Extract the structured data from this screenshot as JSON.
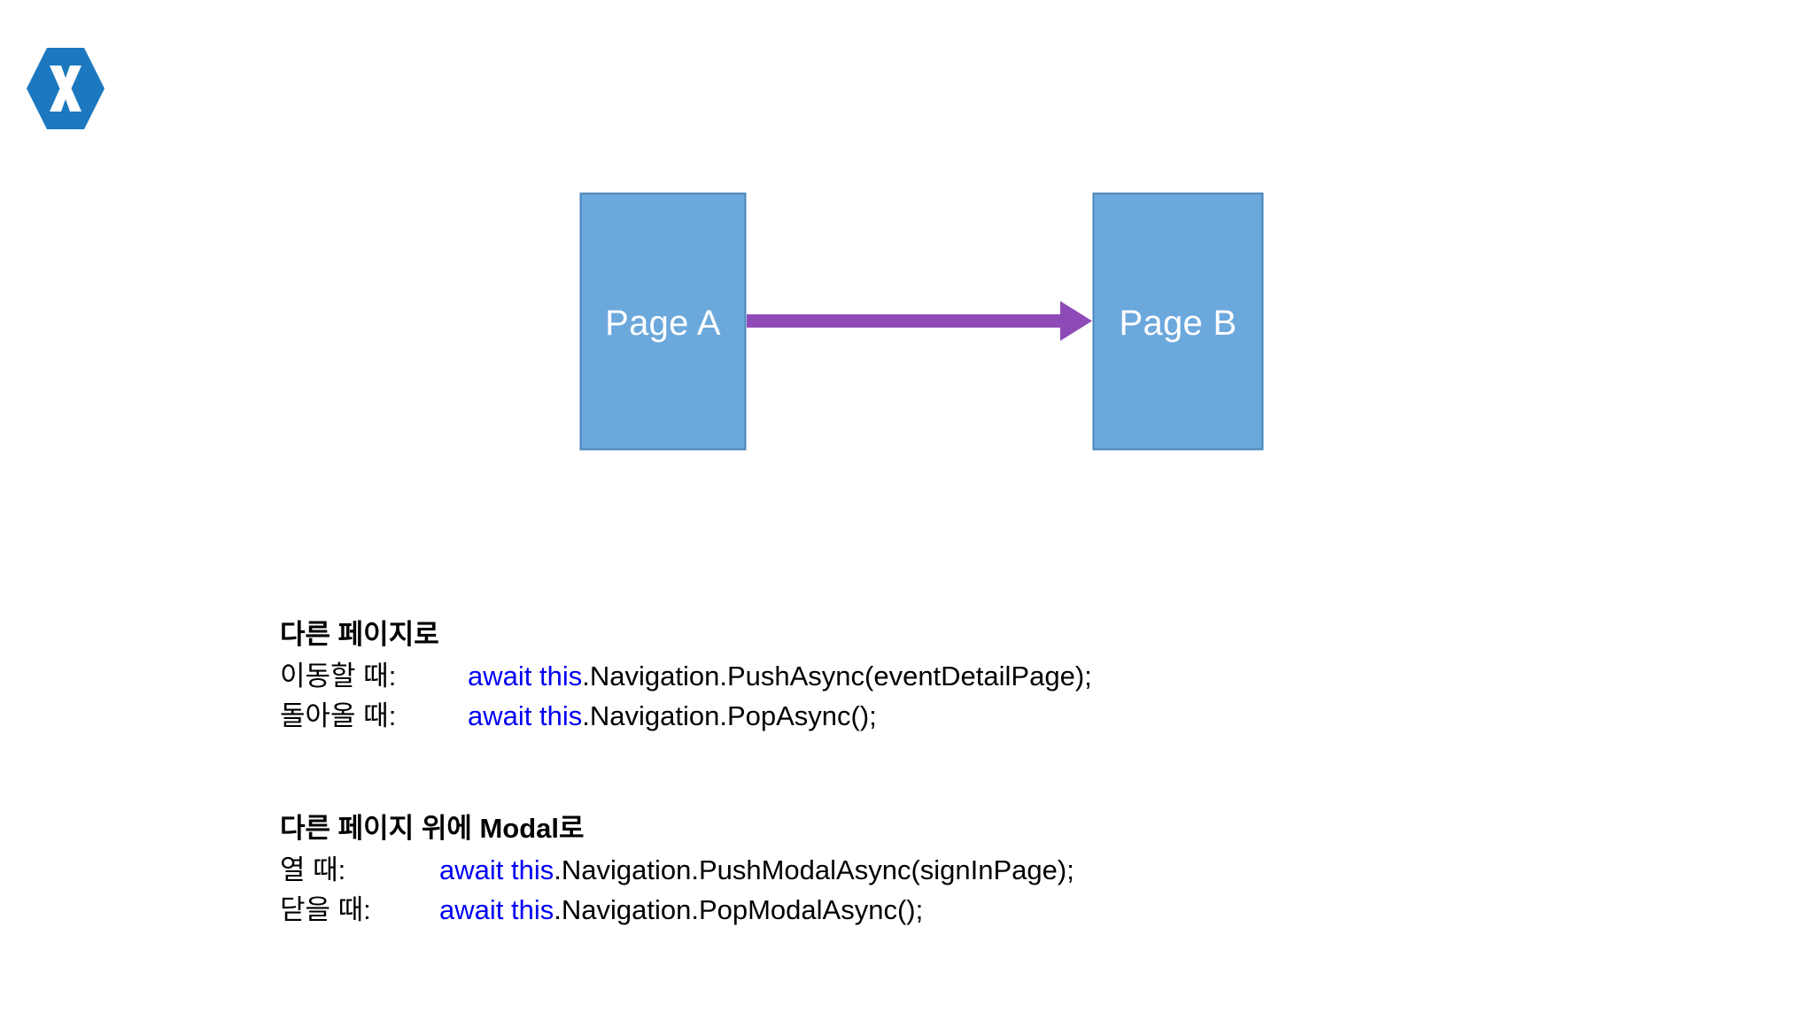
{
  "slide": {
    "background_color": "#ffffff",
    "logo": {
      "name": "xamarin-logo",
      "letter": "X",
      "hex_color": "#1C79C0",
      "letter_color": "#ffffff"
    }
  },
  "diagram": {
    "type": "flow",
    "box_fill": "#6BA8DC",
    "box_stroke": "#4A86B8",
    "box_text_color": "#ffffff",
    "arrow_color": "#8E4BB8",
    "nodes": [
      {
        "id": "page-a",
        "label": "Page A"
      },
      {
        "id": "page-b",
        "label": "Page B"
      }
    ],
    "edges": [
      {
        "from": "page-a",
        "to": "page-b",
        "style": "solid-arrow"
      }
    ]
  },
  "content": {
    "keyword_color": "#0000F5",
    "body_color": "#000000",
    "sections": [
      {
        "id": "push",
        "heading": "다른 페이지로",
        "rows": [
          {
            "label": "이동할 때:",
            "keyword": "await this",
            "code": ".Navigation.PushAsync(eventDetailPage);"
          },
          {
            "label": "돌아올 때:",
            "keyword": "await this",
            "code": ".Navigation.PopAsync();"
          }
        ]
      },
      {
        "id": "modal",
        "heading": "다른 페이지 위에 Modal로",
        "rows": [
          {
            "label": "열 때:",
            "keyword": "await this",
            "code": ".Navigation.PushModalAsync(signInPage);"
          },
          {
            "label": "닫을 때:",
            "keyword": "await this",
            "code": ".Navigation.PopModalAsync();"
          }
        ]
      }
    ]
  }
}
